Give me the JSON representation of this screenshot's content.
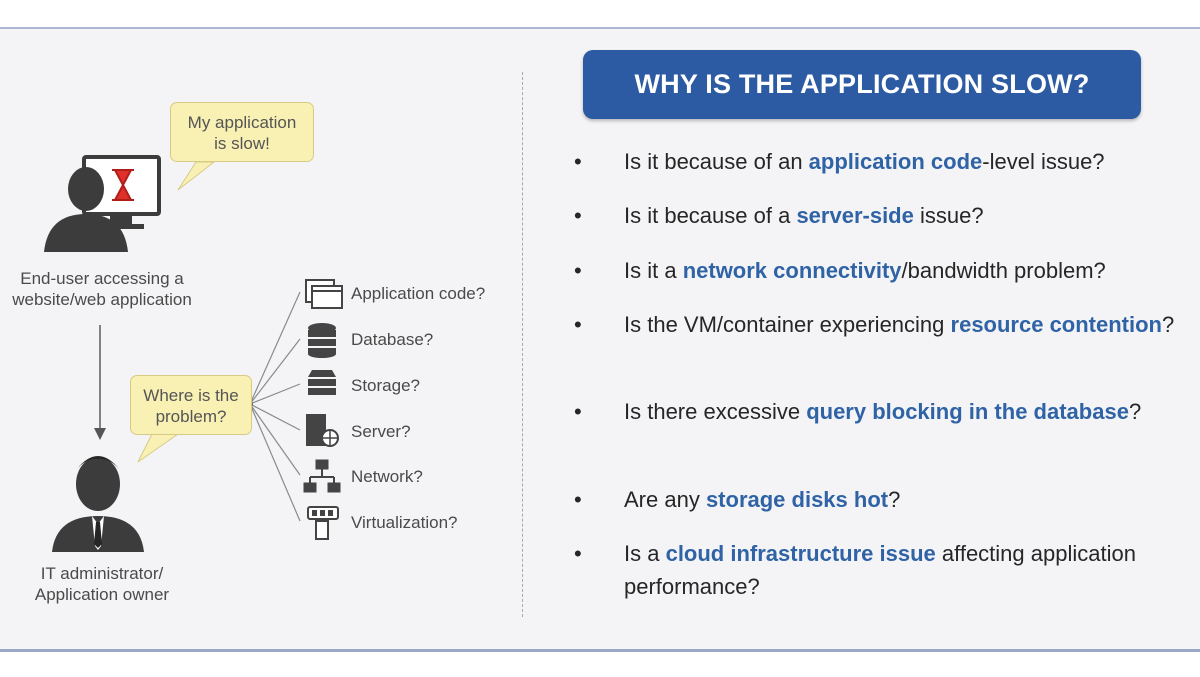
{
  "title": "WHY IS THE APPLICATION SLOW?",
  "left": {
    "bubble_user": [
      "My application",
      "is slow!"
    ],
    "end_user_label": [
      "End-user accessing a",
      "website/web application"
    ],
    "bubble_admin": [
      "Where is the",
      "problem?"
    ],
    "admin_label": [
      "IT administrator/",
      "Application owner"
    ],
    "components": [
      {
        "label": "Application code?",
        "icon": "window-icon"
      },
      {
        "label": "Database?",
        "icon": "database-icon"
      },
      {
        "label": "Storage?",
        "icon": "storage-icon"
      },
      {
        "label": "Server?",
        "icon": "server-icon"
      },
      {
        "label": "Network?",
        "icon": "network-icon"
      },
      {
        "label": "Virtualization?",
        "icon": "virtualization-icon"
      }
    ]
  },
  "questions": [
    {
      "parts": [
        {
          "t": "Is it because of an ",
          "h": false
        },
        {
          "t": "application code",
          "h": true
        },
        {
          "t": "-level issue?",
          "h": false
        }
      ]
    },
    {
      "parts": [
        {
          "t": "Is it because of a ",
          "h": false
        },
        {
          "t": "server-side",
          "h": true
        },
        {
          "t": " issue?",
          "h": false
        }
      ]
    },
    {
      "parts": [
        {
          "t": "Is it a ",
          "h": false
        },
        {
          "t": "network connectivity",
          "h": true
        },
        {
          "t": "/bandwidth problem?",
          "h": false
        }
      ]
    },
    {
      "parts": [
        {
          "t": "Is the VM/container experiencing ",
          "h": false
        },
        {
          "t": "resource contention",
          "h": true
        },
        {
          "t": "?",
          "h": false
        }
      ]
    },
    {
      "parts": [
        {
          "t": "Is there excessive ",
          "h": false
        },
        {
          "t": "query blocking in the database",
          "h": true
        },
        {
          "t": "?",
          "h": false
        }
      ]
    },
    {
      "parts": [
        {
          "t": "Are any ",
          "h": false
        },
        {
          "t": "storage disks hot",
          "h": true
        },
        {
          "t": "?",
          "h": false
        }
      ]
    },
    {
      "parts": [
        {
          "t": "Is a ",
          "h": false
        },
        {
          "t": "cloud infrastructure issue",
          "h": true
        },
        {
          "t": " affecting application performance?",
          "h": false
        }
      ]
    }
  ],
  "bullet": "•",
  "colors": {
    "title_bg": "#2c5ba3",
    "highlight": "#2f63a6",
    "bubble": "#f9f0b4",
    "icon": "#404040"
  }
}
